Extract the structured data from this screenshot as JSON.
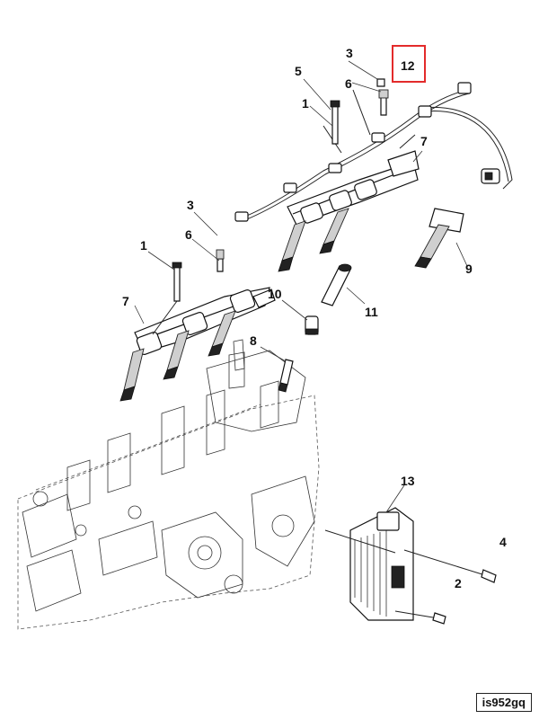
{
  "diagram": {
    "callouts": {
      "c12": "12",
      "c3a": "3",
      "c5": "5",
      "c6a": "6",
      "c1a": "1",
      "c7a": "7",
      "c3b": "3",
      "c6b": "6",
      "c1b": "1",
      "c7b": "7",
      "c10": "10",
      "c11": "11",
      "c9": "9",
      "c8": "8",
      "c13": "13",
      "c4": "4",
      "c2": "2"
    },
    "reference_code": "is952gq",
    "colors": {
      "highlight": "#e32b2b",
      "ink": "#111111"
    }
  }
}
